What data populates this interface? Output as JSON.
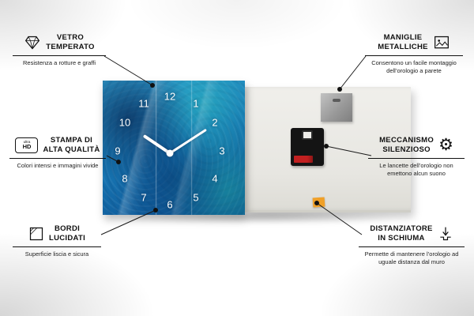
{
  "product": {
    "name": "glass-wall-clock",
    "clock_numbers": [
      "1",
      "2",
      "3",
      "4",
      "5",
      "6",
      "7",
      "8",
      "9",
      "10",
      "11",
      "12"
    ],
    "colors": {
      "panel_blue": "#1778b5",
      "spacer_orange": "#f0a028",
      "battery_red": "#c22020"
    }
  },
  "callouts": {
    "vetro": {
      "title_line1": "VETRO",
      "title_line2": "TEMPERATO",
      "subtitle": "Resistenza a rotture e graffi",
      "icon": "diamond-icon"
    },
    "stampa": {
      "title_line1": "STAMPA DI",
      "title_line2": "ALTA QUALITÀ",
      "subtitle": "Colori intensi e immagini vivide",
      "icon": "ultra-hd-icon",
      "icon_label_top": "ultra",
      "icon_label_bottom": "HD"
    },
    "bordi": {
      "title_line1": "BORDI",
      "title_line2": "LUCIDATI",
      "subtitle": "Superficie liscia e sicura",
      "icon": "polished-edge-icon"
    },
    "maniglie": {
      "title_line1": "MANIGLIE",
      "title_line2": "METALLICHE",
      "subtitle": "Consentono un facile montaggio dell’orologio a parete",
      "icon": "picture-frame-icon"
    },
    "meccanismo": {
      "title_line1": "MECCANISMO",
      "title_line2": "SILENZIOSO",
      "subtitle": "Le lancette dell’orologio non emettono alcun suono",
      "icon": "gear-icon",
      "icon_glyph": "⚙"
    },
    "distanziatore": {
      "title_line1": "DISTANZIATORE",
      "title_line2": "IN SCHIUMA",
      "subtitle": "Permette di mantenere l’orologio ad uguale distanza dal muro",
      "icon": "wall-spacer-icon"
    }
  }
}
